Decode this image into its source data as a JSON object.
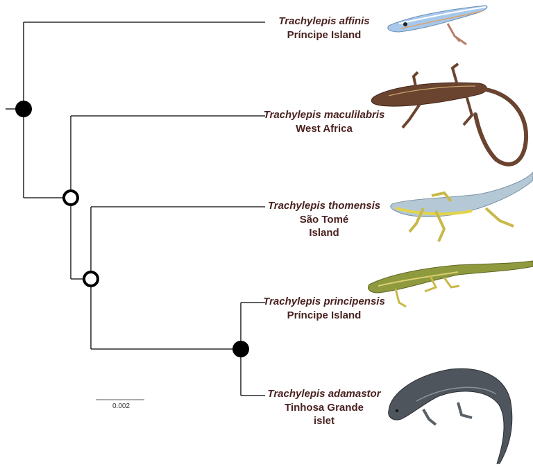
{
  "taxa": [
    {
      "species": "Trachylepis affinis",
      "location": "Príncipe Island",
      "color": "#9ec3e8",
      "icon": "blue-skink-photo"
    },
    {
      "species": "Trachylepis maculilabris",
      "location": "West Africa",
      "color": "#6b4430",
      "icon": "brown-skink-photo"
    },
    {
      "species": "Trachylepis thomensis",
      "location": "São Tomé Island",
      "color": "#a9c0cf",
      "icon": "yellow-blue-skink-photo"
    },
    {
      "species": "Trachylepis principensis",
      "location": "Príncipe Island",
      "color": "#8f9a3e",
      "icon": "olive-skink-photo"
    },
    {
      "species": "Trachylepis adamastor",
      "location": "Tinhosa Grande islet",
      "color": "#4a5058",
      "icon": "dark-grey-skink-photo"
    }
  ],
  "nodes": [
    {
      "id": "root",
      "support": "filled"
    },
    {
      "id": "node-2",
      "support": "open"
    },
    {
      "id": "node-3",
      "support": "open"
    },
    {
      "id": "node-4",
      "support": "filled"
    }
  ],
  "scale_bar": {
    "label": "0.002"
  },
  "colors": {
    "branch": "#000000",
    "label": "#4a2220"
  }
}
